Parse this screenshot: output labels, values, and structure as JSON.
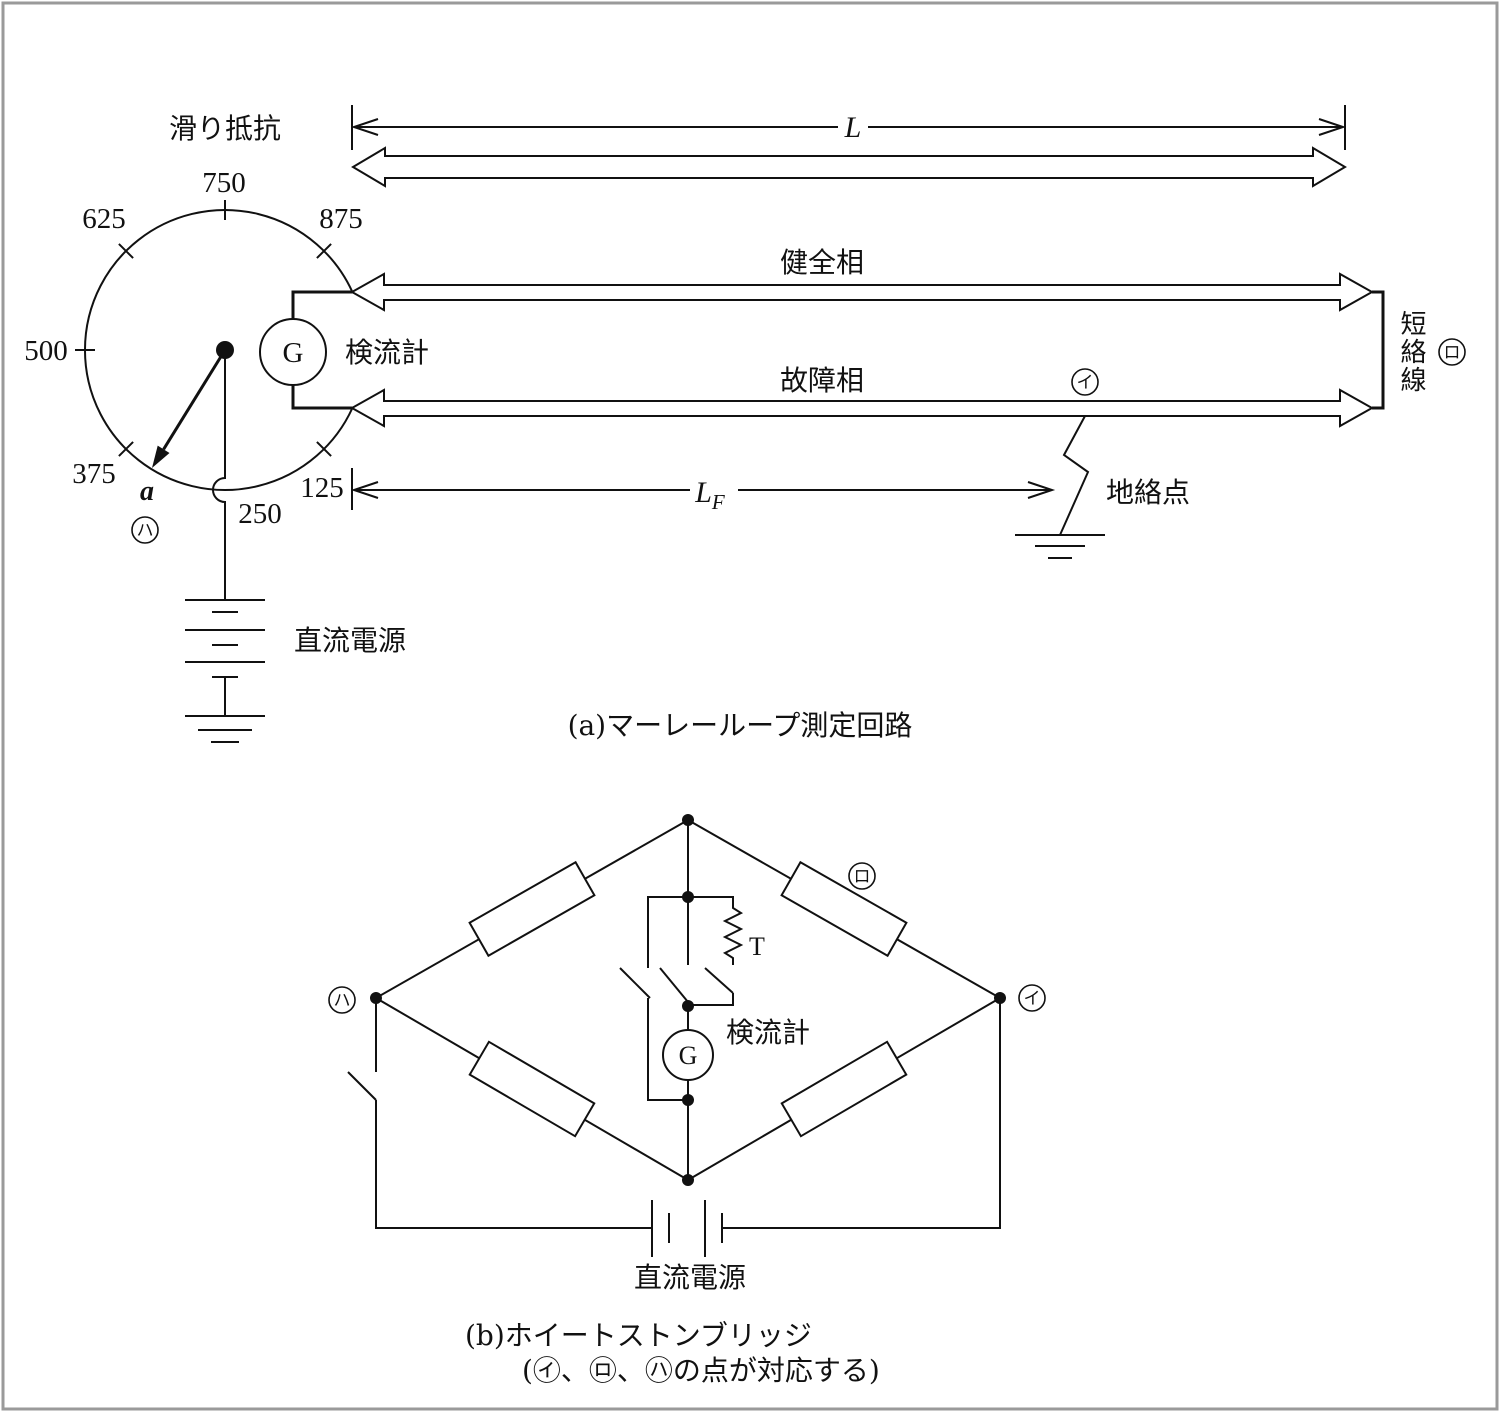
{
  "figure_a": {
    "slide_resistor_label": "滑り抵抗",
    "dial_labels": [
      "750",
      "625",
      "875",
      "500",
      "375",
      "125",
      "250"
    ],
    "wiper_label": "a",
    "point_ha": "ハ",
    "galvanometer_symbol": "G",
    "galvanometer_label": "検流計",
    "healthy_phase_label": "健全相",
    "fault_phase_label": "故障相",
    "short_circuit_wire_label": "短絡線",
    "point_ro": "ロ",
    "point_i": "イ",
    "ground_fault_label": "地絡点",
    "length_total": "L",
    "length_fault": {
      "symbol": "L",
      "subscript": "F"
    },
    "dc_source_label": "直流電源",
    "caption": "(a)マーレーループ測定回路"
  },
  "figure_b": {
    "point_ha": "ハ",
    "point_i": "イ",
    "point_ro": "ロ",
    "resistor_t_label": "T",
    "galvanometer_symbol": "G",
    "galvanometer_label": "検流計",
    "dc_source_label": "直流電源",
    "caption": "(b)ホイートストンブリッジ",
    "caption_note": "(㋑、㋺、㋩の点が対応する)"
  }
}
